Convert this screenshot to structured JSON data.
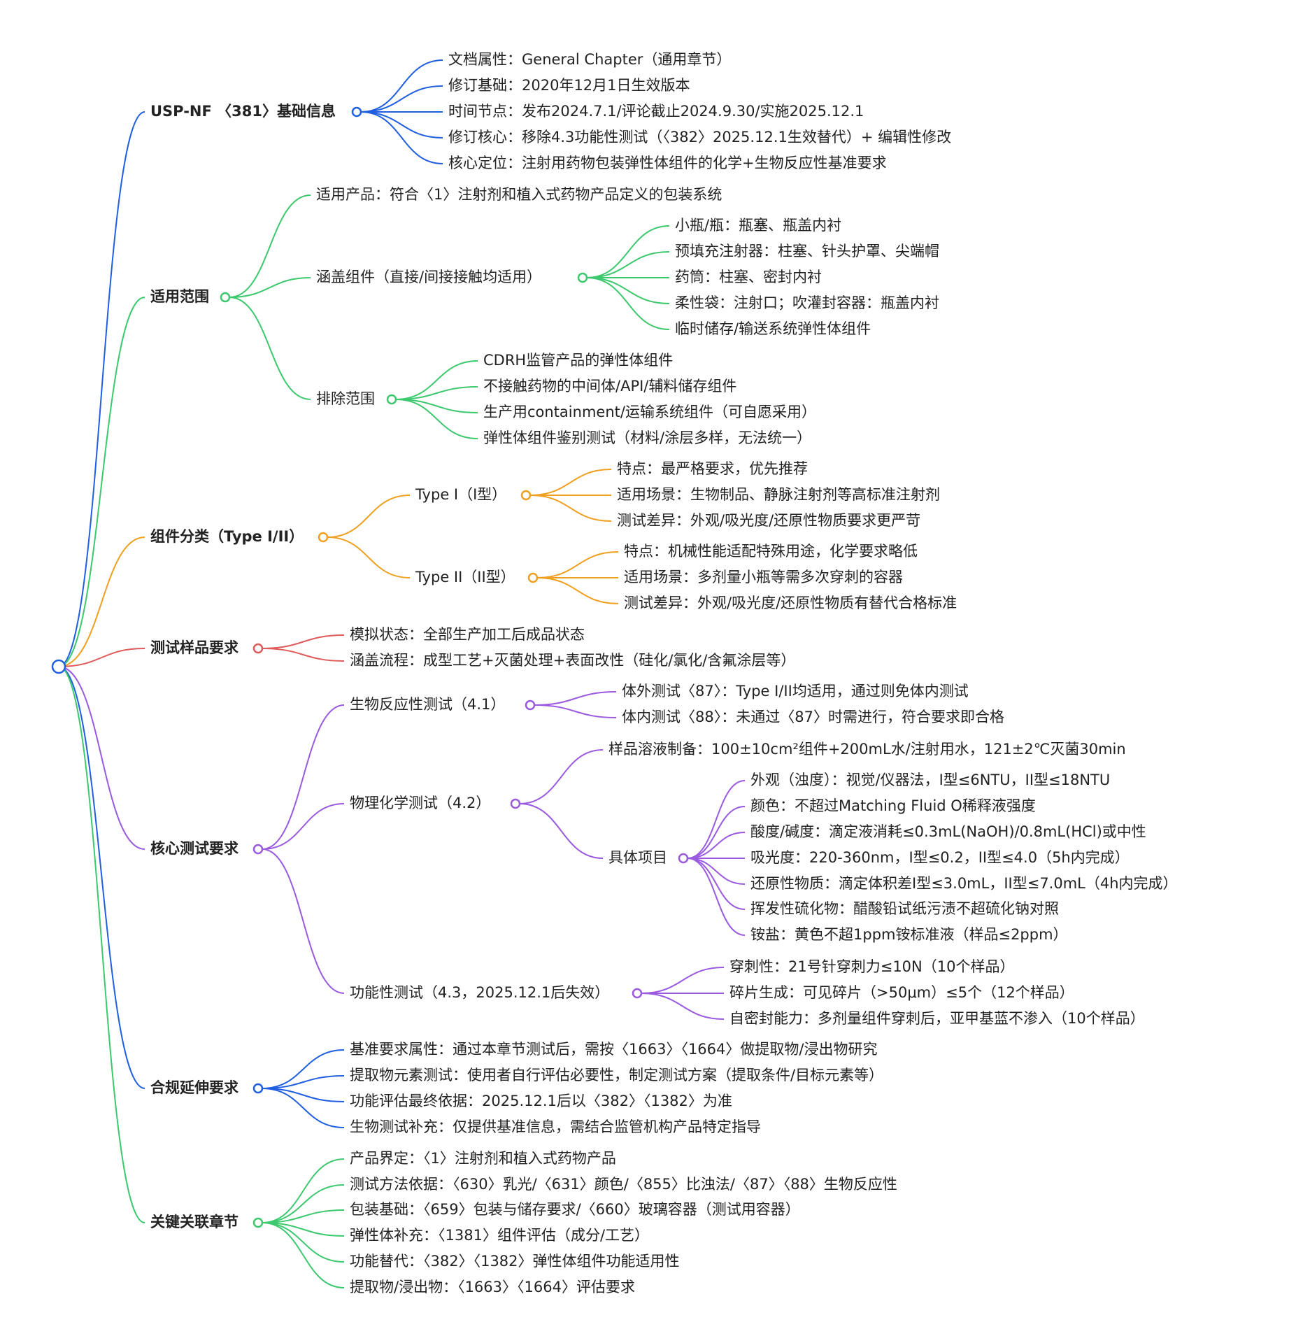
{
  "mindmap": {
    "root": "",
    "branches": [
      {
        "label": "USP-NF 〈381〉基础信息",
        "color": "#1f5fe0",
        "children": [
          {
            "label": "文档属性：General Chapter（通用章节）"
          },
          {
            "label": "修订基础：2020年12月1日生效版本"
          },
          {
            "label": "时间节点：发布2024.7.1/评论截止2024.9.30/实施2025.12.1"
          },
          {
            "label": "修订核心：移除4.3功能性测试（〈382〉2025.12.1生效替代）+ 编辑性修改"
          },
          {
            "label": "核心定位：注射用药物包装弹性体组件的化学+生物反应性基准要求"
          }
        ]
      },
      {
        "label": "适用范围",
        "color": "#3cc96e",
        "children": [
          {
            "label": "适用产品：符合〈1〉注射剂和植入式药物产品定义的包装系统"
          },
          {
            "label": "涵盖组件（直接/间接接触均适用）",
            "children": [
              {
                "label": "小瓶/瓶：瓶塞、瓶盖内衬"
              },
              {
                "label": "预填充注射器：柱塞、针头护罩、尖端帽"
              },
              {
                "label": "药筒：柱塞、密封内衬"
              },
              {
                "label": "柔性袋：注射口；吹灌封容器：瓶盖内衬"
              },
              {
                "label": "临时储存/输送系统弹性体组件"
              }
            ]
          },
          {
            "label": "排除范围",
            "children": [
              {
                "label": "CDRH监管产品的弹性体组件"
              },
              {
                "label": "不接触药物的中间体/API/辅料储存组件"
              },
              {
                "label": "生产用containment/运输系统组件（可自愿采用）"
              },
              {
                "label": "弹性体组件鉴别测试（材料/涂层多样，无法统一）"
              }
            ]
          }
        ]
      },
      {
        "label": "组件分类（Type I/II）",
        "color": "#f0a020",
        "children": [
          {
            "label": "Type I（I型）",
            "children": [
              {
                "label": "特点：最严格要求，优先推荐"
              },
              {
                "label": "适用场景：生物制品、静脉注射剂等高标准注射剂"
              },
              {
                "label": "测试差异：外观/吸光度/还原性物质要求更严苛"
              }
            ]
          },
          {
            "label": "Type II（II型）",
            "children": [
              {
                "label": "特点：机械性能适配特殊用途，化学要求略低"
              },
              {
                "label": "适用场景：多剂量小瓶等需多次穿刺的容器"
              },
              {
                "label": "测试差异：外观/吸光度/还原性物质有替代合格标准"
              }
            ]
          }
        ]
      },
      {
        "label": "测试样品要求",
        "color": "#e05a5a",
        "children": [
          {
            "label": "模拟状态：全部生产加工后成品状态"
          },
          {
            "label": "涵盖流程：成型工艺+灭菌处理+表面改性（硅化/氯化/含氟涂层等）"
          }
        ]
      },
      {
        "label": "核心测试要求",
        "color": "#9a5ae0",
        "children": [
          {
            "label": "生物反应性测试（4.1）",
            "children": [
              {
                "label": "体外测试〈87〉：Type I/II均适用，通过则免体内测试"
              },
              {
                "label": "体内测试〈88〉：未通过〈87〉时需进行，符合要求即合格"
              }
            ]
          },
          {
            "label": "物理化学测试（4.2）",
            "children": [
              {
                "label": "样品溶液制备：100±10cm²组件+200mL水/注射用水，121±2℃灭菌30min"
              },
              {
                "label": "具体项目",
                "children": [
                  {
                    "label": "外观（浊度）：视觉/仪器法，I型≤6NTU，II型≤18NTU"
                  },
                  {
                    "label": "颜色：不超过Matching Fluid O稀释液强度"
                  },
                  {
                    "label": "酸度/碱度：滴定液消耗≤0.3mL(NaOH)/0.8mL(HCl)或中性"
                  },
                  {
                    "label": "吸光度：220-360nm，I型≤0.2，II型≤4.0（5h内完成）"
                  },
                  {
                    "label": "还原性物质：滴定体积差I型≤3.0mL，II型≤7.0mL（4h内完成）"
                  },
                  {
                    "label": "挥发性硫化物：醋酸铅试纸污渍不超硫化钠对照"
                  },
                  {
                    "label": "铵盐：黄色不超1ppm铵标准液（样品≤2ppm）"
                  }
                ]
              }
            ]
          },
          {
            "label": "功能性测试（4.3，2025.12.1后失效）",
            "children": [
              {
                "label": "穿刺性：21号针穿刺力≤10N（10个样品）"
              },
              {
                "label": "碎片生成：可见碎片（>50μm）≤5个（12个样品）"
              },
              {
                "label": "自密封能力：多剂量组件穿刺后，亚甲基蓝不渗入（10个样品）"
              }
            ]
          }
        ]
      },
      {
        "label": "合规延伸要求",
        "color": "#1f5fe0",
        "children": [
          {
            "label": "基准要求属性：通过本章节测试后，需按〈1663〉〈1664〉做提取物/浸出物研究"
          },
          {
            "label": "提取物元素测试：使用者自行评估必要性，制定测试方案（提取条件/目标元素等）"
          },
          {
            "label": "功能评估最终依据：2025.12.1后以〈382〉〈1382〉为准"
          },
          {
            "label": "生物测试补充：仅提供基准信息，需结合监管机构产品特定指导"
          }
        ]
      },
      {
        "label": "关键关联章节",
        "color": "#3cc96e",
        "children": [
          {
            "label": "产品界定：〈1〉注射剂和植入式药物产品"
          },
          {
            "label": "测试方法依据：〈630〉乳光/〈631〉颜色/〈855〉比浊法/〈87〉〈88〉生物反应性"
          },
          {
            "label": "包装基础：〈659〉包装与储存要求/〈660〉玻璃容器（测试用容器）"
          },
          {
            "label": "弹性体补充：〈1381〉组件评估（成分/工艺）"
          },
          {
            "label": "功能替代：〈382〉〈1382〉弹性体组件功能适用性"
          },
          {
            "label": "提取物/浸出物：〈1663〉〈1664〉评估要求"
          }
        ]
      }
    ]
  }
}
